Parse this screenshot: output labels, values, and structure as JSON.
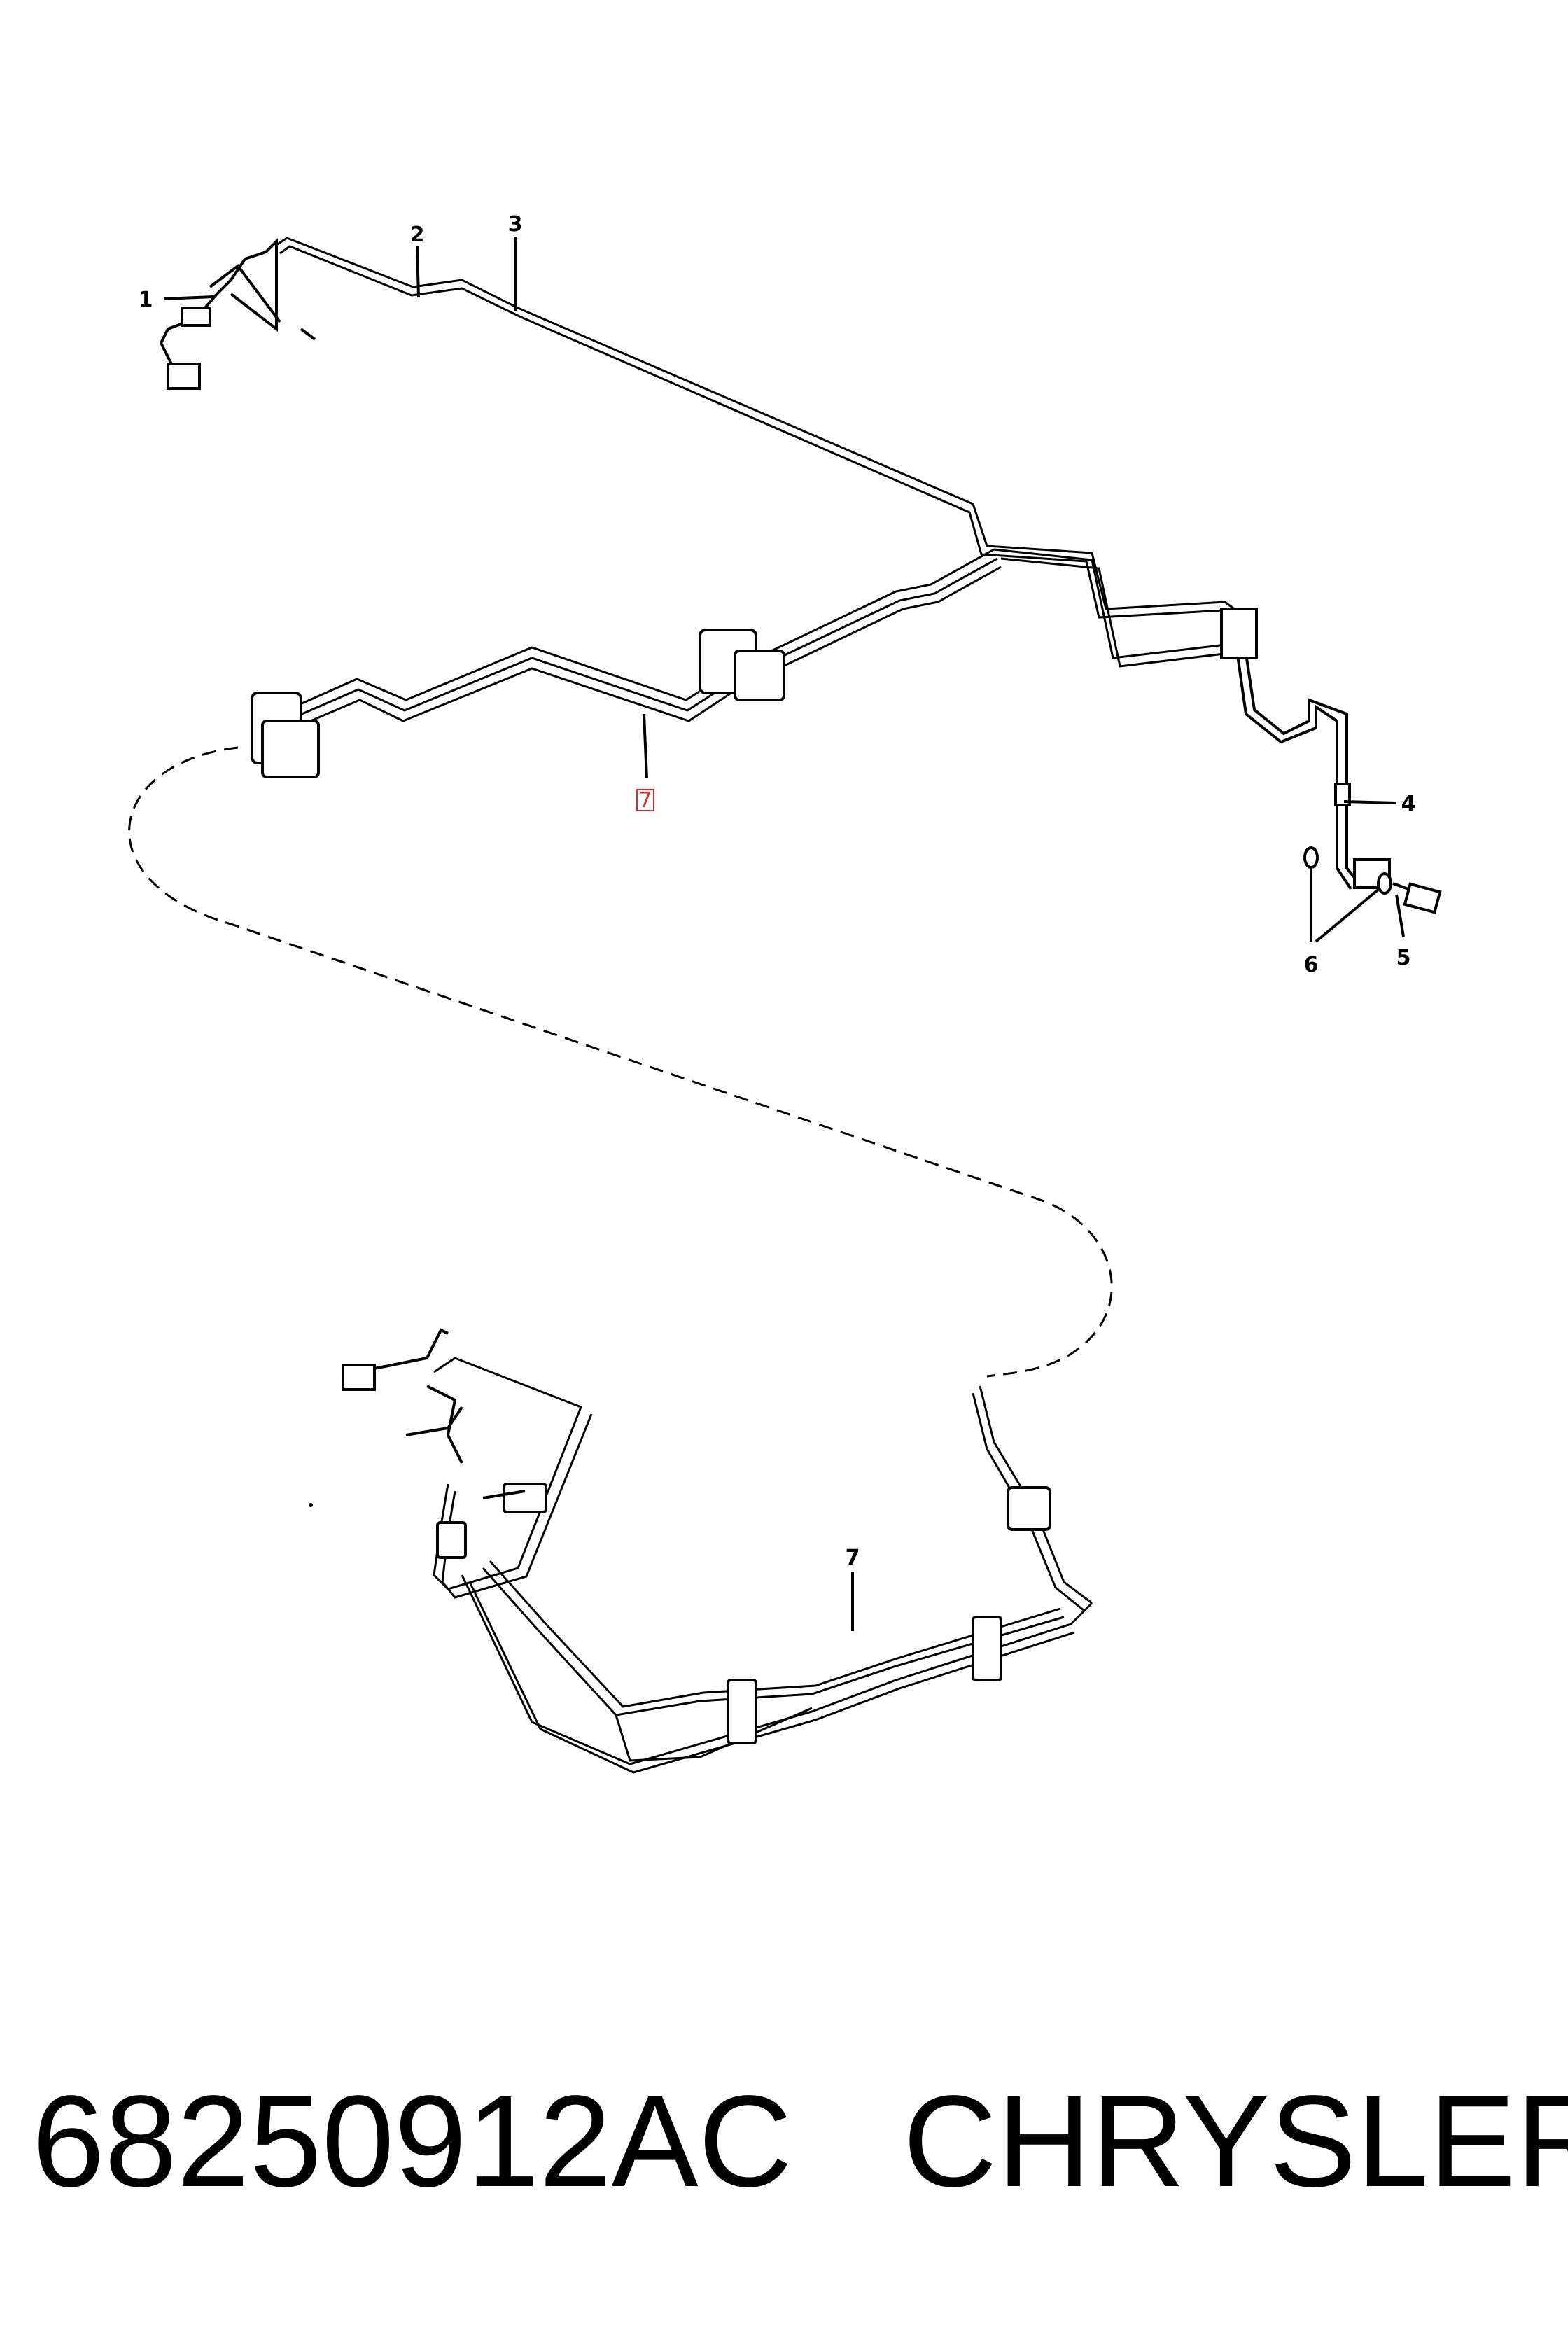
{
  "callouts": [
    {
      "id": "1",
      "label": "1"
    },
    {
      "id": "2",
      "label": "2"
    },
    {
      "id": "3",
      "label": "3"
    },
    {
      "id": "4",
      "label": "4"
    },
    {
      "id": "5",
      "label": "5"
    },
    {
      "id": "6",
      "label": "6"
    },
    {
      "id": "7a",
      "label": "7"
    },
    {
      "id": "7b",
      "label": "7"
    }
  ],
  "caption": {
    "part_number": "68250912AC",
    "brand": "CHRYSLER"
  },
  "colors": {
    "line": "#000000",
    "highlight": "#d92a2a",
    "background": "#ffffff"
  }
}
